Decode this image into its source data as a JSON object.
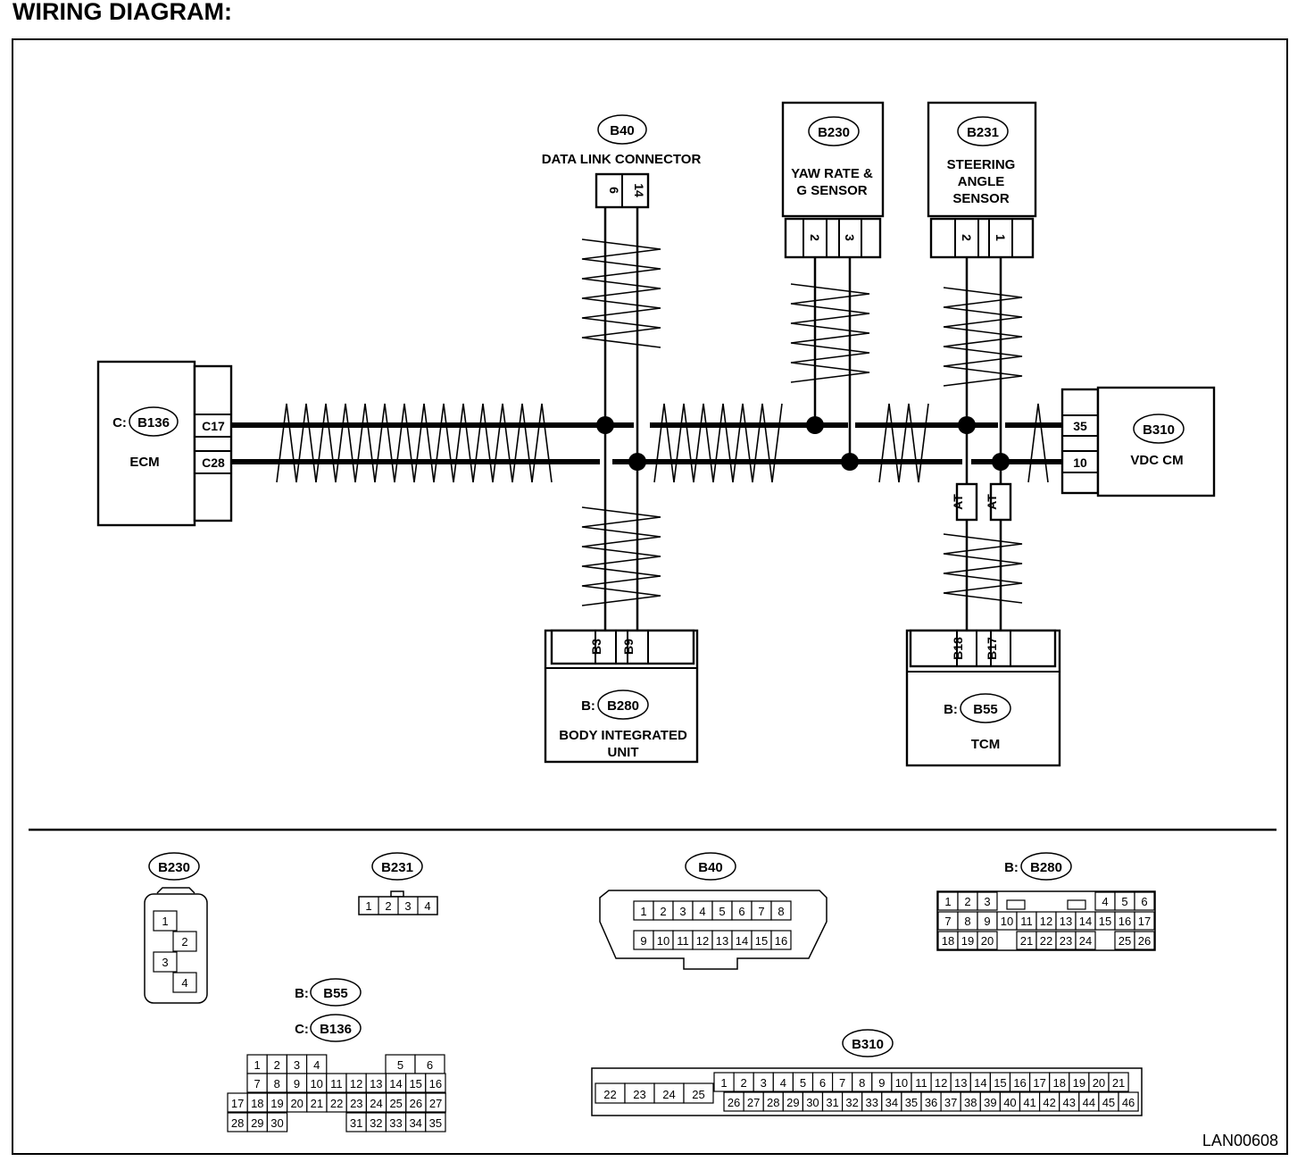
{
  "title": "WIRING DIAGRAM:",
  "reference": "LAN00608",
  "components": {
    "ecm": {
      "prefix": "C:",
      "id": "B136",
      "name": "ECM",
      "pins": [
        "C17",
        "C28"
      ]
    },
    "dlc": {
      "id": "B40",
      "name": "DATA LINK CONNECTOR",
      "pins": [
        "6",
        "14"
      ]
    },
    "yaw": {
      "id": "B230",
      "name_lines": [
        "YAW RATE &",
        "G SENSOR"
      ],
      "pins": [
        "2",
        "3"
      ]
    },
    "steer": {
      "id": "B231",
      "name_lines": [
        "STEERING",
        "ANGLE",
        "SENSOR"
      ],
      "pins": [
        "2",
        "1"
      ]
    },
    "vdc": {
      "id": "B310",
      "name": "VDC CM",
      "pins": [
        "35",
        "10"
      ]
    },
    "biu": {
      "prefix": "B:",
      "id": "B280",
      "name_lines": [
        "BODY INTEGRATED",
        "UNIT"
      ],
      "pins": [
        "B3",
        "B9"
      ]
    },
    "tcm": {
      "prefix": "B:",
      "id": "B55",
      "name": "TCM",
      "pins": [
        "B18",
        "B17"
      ]
    },
    "at_label": "AT"
  },
  "connector_views": {
    "b230": {
      "id": "B230",
      "pins": [
        "1",
        "2",
        "3",
        "4"
      ]
    },
    "b231": {
      "id": "B231",
      "pins": [
        "1",
        "2",
        "3",
        "4"
      ]
    },
    "b40": {
      "id": "B40",
      "row1": [
        "1",
        "2",
        "3",
        "4",
        "5",
        "6",
        "7",
        "8"
      ],
      "row2": [
        "9",
        "10",
        "11",
        "12",
        "13",
        "14",
        "15",
        "16"
      ]
    },
    "b280": {
      "prefix": "B:",
      "id": "B280",
      "row1_left": [
        "1",
        "2",
        "3"
      ],
      "row1_right": [
        "4",
        "5",
        "6"
      ],
      "row2": [
        "7",
        "8",
        "9",
        "10",
        "11",
        "12",
        "13",
        "14",
        "15",
        "16",
        "17"
      ],
      "row3_left": [
        "18",
        "19",
        "20"
      ],
      "row3_mid": [
        "21",
        "22",
        "23",
        "24"
      ],
      "row3_right": [
        "25",
        "26"
      ]
    },
    "b55_b136": {
      "prefix_b": "B:",
      "id_b": "B55",
      "prefix_c": "C:",
      "id_c": "B136",
      "row1_left": [
        "1",
        "2",
        "3",
        "4"
      ],
      "row1_right": [
        "5",
        "6"
      ],
      "row2": [
        "7",
        "8",
        "9",
        "10",
        "11",
        "12",
        "13",
        "14",
        "15",
        "16"
      ],
      "row3": [
        "17",
        "18",
        "19",
        "20",
        "21",
        "22",
        "23",
        "24",
        "25",
        "26",
        "27"
      ],
      "row4_left": [
        "28",
        "29",
        "30"
      ],
      "row4_right": [
        "31",
        "32",
        "33",
        "34",
        "35"
      ]
    },
    "b310": {
      "id": "B310",
      "left": [
        "22",
        "23",
        "24",
        "25"
      ],
      "row1": [
        "1",
        "2",
        "3",
        "4",
        "5",
        "6",
        "7",
        "8",
        "9",
        "10",
        "11",
        "12",
        "13",
        "14",
        "15",
        "16",
        "17",
        "18",
        "19",
        "20",
        "21"
      ],
      "row2": [
        "26",
        "27",
        "28",
        "29",
        "30",
        "31",
        "32",
        "33",
        "34",
        "35",
        "36",
        "37",
        "38",
        "39",
        "40",
        "41",
        "42",
        "43",
        "44",
        "45",
        "46"
      ]
    }
  }
}
